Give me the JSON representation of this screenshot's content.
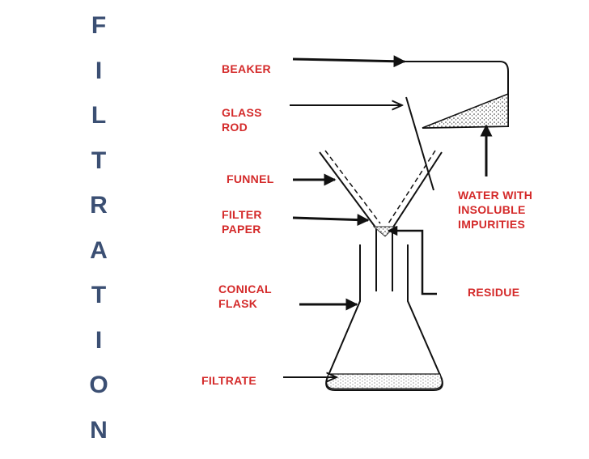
{
  "title_letters": [
    "F",
    "I",
    "L",
    "T",
    "R",
    "A",
    "T",
    "I",
    "O",
    "N"
  ],
  "colors": {
    "title": "#3b4f73",
    "label": "#d42a2a",
    "line": "#111111"
  },
  "labels": {
    "beaker": "BEAKER",
    "glass_rod": "GLASS\nROD",
    "funnel": "FUNNEL",
    "filter_paper": "FILTER\nPAPER",
    "conical_flask": "CONICAL\nFLASK",
    "filtrate": "FILTRATE",
    "water": "WATER WITH\nINSOLUBLE\nIMPURITIES",
    "residue": "RESIDUE"
  }
}
